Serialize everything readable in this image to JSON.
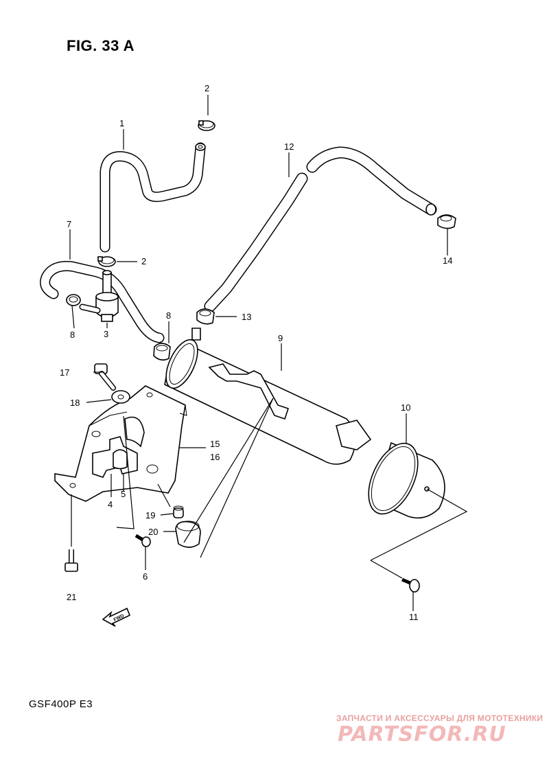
{
  "figure": {
    "title": "FIG. 33 A"
  },
  "model_code": "GSF400P  E3",
  "fwd_label": "FWD",
  "watermark": {
    "tagline": "ЗАПЧАСТИ И АКСЕССУАРЫ ДЛЯ МОТОТЕХНИКИ",
    "logo": "PARTSFOR.RU"
  },
  "callouts": {
    "c1": "1",
    "c2a": "2",
    "c2b": "2",
    "c3": "3",
    "c4": "4",
    "c5": "5",
    "c6": "6",
    "c7": "7",
    "c8a": "8",
    "c8b": "8",
    "c9": "9",
    "c10": "10",
    "c11": "11",
    "c12": "12",
    "c13": "13",
    "c14": "14",
    "c15": "15",
    "c16": "16",
    "c17": "17",
    "c18": "18",
    "c19": "19",
    "c20": "20",
    "c21": "21"
  },
  "colors": {
    "ink": "#000000",
    "watermark": "#f3b8b8"
  }
}
